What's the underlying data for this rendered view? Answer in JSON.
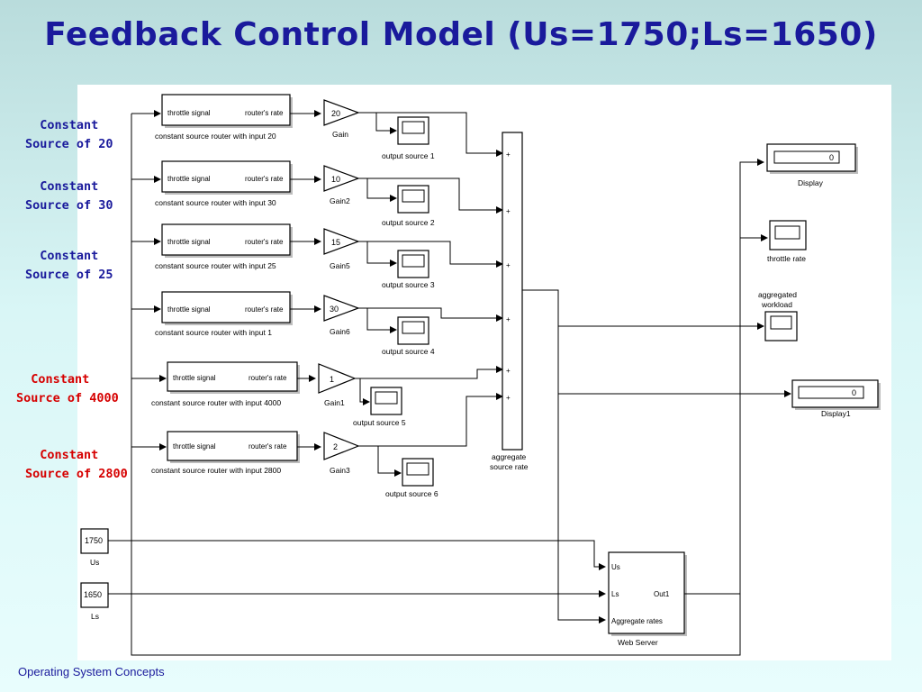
{
  "title": "Feedback Control Model (Us=1750;Ls=1650)",
  "footer": "Operating System Concepts",
  "source_labels": [
    {
      "line1": "Constant",
      "line2": "Source of 20",
      "color": "#1a1a9c"
    },
    {
      "line1": "Constant",
      "line2": "Source of 30",
      "color": "#1a1a9c"
    },
    {
      "line1": "Constant",
      "line2": "Source of 25",
      "color": "#1a1a9c"
    },
    {
      "line1": "Constant",
      "line2": "Source of 4000",
      "color": "#d60000"
    },
    {
      "line1": "Constant",
      "line2": "Source of 2800",
      "color": "#d60000"
    }
  ],
  "diagram": {
    "router_in_label": "throttle signal",
    "router_out_label": "router's rate",
    "routers": [
      "constant source router with input 20",
      "constant source router with input 30",
      "constant source router with input 25",
      "constant source router with input 1",
      "constant source router with input 4000",
      "constant source router with input 2800"
    ],
    "gains": [
      {
        "value": "20",
        "name": "Gain"
      },
      {
        "value": "10",
        "name": "Gain2"
      },
      {
        "value": "15",
        "name": "Gain5"
      },
      {
        "value": "30",
        "name": "Gain6"
      },
      {
        "value": "1",
        "name": "Gain1"
      },
      {
        "value": "2",
        "name": "Gain3"
      }
    ],
    "scopes": [
      "output source 1",
      "output source 2",
      "output source 3",
      "output source 4",
      "output source 5",
      "output source 6"
    ],
    "sum_plus": "+",
    "sum_label_1": "aggregate",
    "sum_label_2": "source rate",
    "display_top": {
      "value": "0",
      "name": "Display"
    },
    "display_bottom": {
      "value": "0",
      "name": "Display1"
    },
    "throttle_scope": "throttle rate",
    "workload_label_1": "aggregated",
    "workload_label_2": "workload",
    "us": {
      "value": "1750",
      "name": "Us"
    },
    "ls": {
      "value": "1650",
      "name": "Ls"
    },
    "server": {
      "in1": "Us",
      "in2": "Ls",
      "in3": "Aggregate rates",
      "out": "Out1",
      "name": "Web Server"
    }
  }
}
